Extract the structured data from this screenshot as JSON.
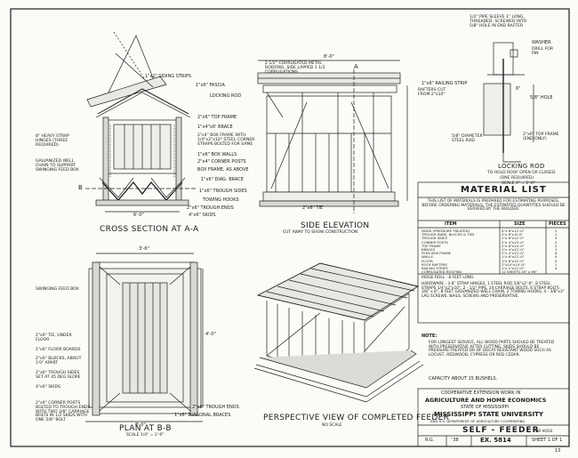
{
  "cross_section": {
    "title": "CROSS SECTION AT A-A",
    "labels": {
      "fascia": "1\"x6\" FASCIA",
      "locking_rod": "LOCKING ROD",
      "top_frame": "2\"x6\" TOP FRAME",
      "brace": "1\"x4\"x6' BRACE",
      "box_frame": "2\"x4\" BOX FRAME WITH 1/4\"x2\"x10\" STEEL CORNER STRAPS BOLTED FOR SAME",
      "box_walls": "1\"x6\" BOX WALLS",
      "corner_posts": "2\"x4\" CORNER POSTS",
      "box_frame_above": "BOX FRAME, AS ABOVE",
      "diag_brace": "1\"x6\" DIAG. BRACE",
      "trough_sides": "1\"x6\" TROUGH SIDES",
      "towing_hooks": "TOWING HOOKS",
      "trough_ends": "2\"x6\" TROUGH ENDS",
      "skids": "4\"x6\" SKIDS",
      "strap_hinges": "8\" HEAVY STRAP HINGES (THREE REQUIRED)",
      "chain": "GALVANIZED WELL CHAIN TO SUPPORT SWINGING FEED BOX",
      "hiding_strips": "1\"x2\" SIDING STRIPS",
      "dim_bottom": "6'-0\"",
      "marker_b": "B"
    }
  },
  "side_elevation": {
    "title": "SIDE ELEVATION",
    "subtitle": "CUT AWAY TO SHOW CONSTRUCTION",
    "labels": {
      "roofing": "2 1/2\" CORRUGATED METAL ROOFING, SIDE LAPPED 1 1/2 CORRUGATIONS",
      "railing_strip": "1\"x6\" RAILING STRIP",
      "rafters": "RAFTERS CUT FROM 2\"x10\"",
      "dim_top": "8'-0\"",
      "dim_small": "2\"x6\" TIE",
      "marker_a": "A"
    }
  },
  "locking_rod": {
    "title": "LOCKING ROD",
    "subtitle1": "TO HOLD ROOF OPEN OR CLOSED",
    "subtitle2": "(ONE REQUIRED)",
    "scale": "SCALE 3\" = 1'-0\"",
    "labels": {
      "pipe_sleeve": "1/2\" PIPE SLEEVE 1\" LONG, THREADED, SCREWED INTO 5/8\" HOLE IN END RAFTER",
      "washer": "WASHER",
      "drill": "DRILL FOR PIN",
      "steel_rod": "5/8\" DIAMETER STEEL ROD",
      "top_frame": "2\"x6\" TOP FRAME (END ONLY)",
      "hole": "5/8\" HOLE",
      "dim": "6\""
    }
  },
  "material_list": {
    "title": "MATERIAL  LIST",
    "note": "THIS LIST OF MATERIALS IS PREPARED FOR ESTIMATING PURPOSES. BEFORE ORDERING MATERIALS, THE ESTIMATED QUANTITIES SHOULD BE VERIFIED BY THE BUILDER.",
    "headers": [
      "ITEM",
      "SIZE",
      "PIECES"
    ],
    "rows": [
      [
        "SKIDS (PRESSURE TREATED)",
        "4\"x 6\"x12'-0\"",
        "2"
      ],
      [
        "TROUGH ENDS, BLOCKS & TIES",
        "2\"x 6\"x 8'-0\"",
        "1"
      ],
      [
        "TROUGH SIDES",
        "1\"x 6\"x12'-0\"",
        "4"
      ],
      [
        "CORNER POSTS",
        "2\"x 4\"x10'-0\"",
        "2"
      ],
      [
        "TOP FRAME",
        "2\"x 6\"x14'-0\"",
        "2"
      ],
      [
        "BRACES",
        "1\"x 4\"x12'-0\"",
        "1"
      ],
      [
        "FEED BOX FRAME",
        "2\"x 4\"x12'-0\"",
        "6"
      ],
      [
        "WALLS",
        "1\"x 6\"x12'-0\"",
        "9"
      ],
      [
        "FLOOR",
        "1\"x 6\"x12'-0\"",
        "5"
      ],
      [
        "ROOF RAFTERS",
        "2\"x10\"x14'-0\"",
        "1"
      ],
      [
        "RAILING STRIPS",
        "1\"x 2\"x12'-0\"",
        "4"
      ],
      [
        "CORRUGATED ROOFING",
        "12 SHEETS 26\" x 96\"",
        ""
      ]
    ],
    "extra": [
      "RIDGE ROLL - 8 FEET LONG",
      "HARDWARE - 3-8\" STRAP HINGES, 1 STEEL ROD 5/8\"x2'-0\", 8 STEEL STRAPS 1/4\"x2\"x10\", 2 - 1/2\" PIPE, 24 CARRIAGE BOLTS, 6 STRAP BOLTS 3/8\" x 8\", 8 FEET GALVANIZED WELL CHAIN, 2 TOWING HOOKS, 4 - 3/8\"x3\" LAG SCREWS, NAILS, SCREWS AND PRESERVATIVE."
    ]
  },
  "plan": {
    "title": "PLAN  AT  B-B",
    "scale": "SCALE 1/4\" = 1'-0\"",
    "labels": {
      "swinging": "SWINGING FEED BOX",
      "tie": "2\"x6\" TIE, UNDER FLOOR",
      "floor_boards": "1\"x6\" FLOOR BOARDS",
      "blocks": "2\"x6\" BLOCKS, ABOUT 1'0\" APART",
      "trough_sides": "2\"x6\" TROUGH SIDES SET AT 45 DEG SLOPE",
      "skids": "4\"x6\" SKIDS",
      "corner_posts": "2\"x4\" CORNER POSTS BOLTED TO TROUGH ENDS WITH TWO 3/8\" CARRIAGE BOLTS IN 1/2 SKIDS WITH ONE 5/8\" BOLT",
      "trough_ends": "2\"x6\" TROUGH ENDS",
      "diagonal": "1\"x6\" DIAGONAL BRACES",
      "dim_top": "3'-6\"",
      "dim_side": "4'-0\"",
      "dim_bottom": "8'-0\""
    }
  },
  "perspective": {
    "title": "PERSPECTIVE VIEW OF COMPLETED FEEDER",
    "subtitle": "NO SCALE"
  },
  "note": {
    "heading": "NOTE:",
    "text": "FOR LONGEST SERVICE, ALL WOOD PARTS SHOULD BE TREATED WITH PRESERVATIVE AFTER CUTTING. SKIDS SHOULD BE PRESSURE-TREATED OR OF DECAY RESISTANT WOOD SUCH AS LOCUST, REDWOOD, CYPRESS OR RED CEDAR.",
    "capacity": "CAPACITY ABOUT 15 BUSHELS."
  },
  "title_block": {
    "org1": "COOPERATIVE EXTENSION WORK IN",
    "org2": "AGRICULTURE AND HOME ECONOMICS",
    "org3": "STATE OF MISSISSIPPI",
    "org4": "MISSISSIPPI STATE UNIVERSITY",
    "org5": "AND U.S. DEPARTMENT OF AGRICULTURE COOPERATING",
    "name": "SELF - FEEDER",
    "for": "FOR HOGS",
    "drawn": "R.G.",
    "year": "'38",
    "ex": "EX. 5814",
    "sheet": "SHEET 1 OF 1"
  },
  "footer_mark": "13"
}
